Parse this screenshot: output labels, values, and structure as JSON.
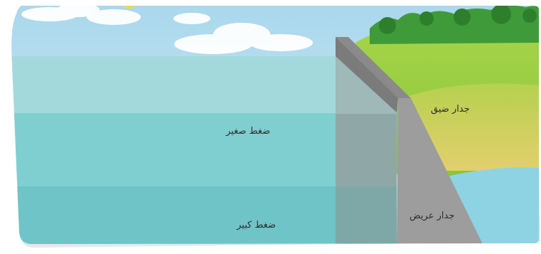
{
  "labels": {
    "small_pressure": "ضغط صغير",
    "big_pressure": "ضغط كبير",
    "narrow_wall": "جدار ضيق",
    "wide_wall": "جدار عريض"
  },
  "colors": {
    "sky_top": "#bfe3f2",
    "water_top_layer": "#a4d9dc",
    "water_middle_layer": "#7fcfd0",
    "water_bottom_layer": "#6ec4c6",
    "dam_front": "#9d9d9d",
    "dam_top": "#7b7b7b",
    "grass": "#9ccf3e",
    "lake_right": "#8ed3e3"
  }
}
